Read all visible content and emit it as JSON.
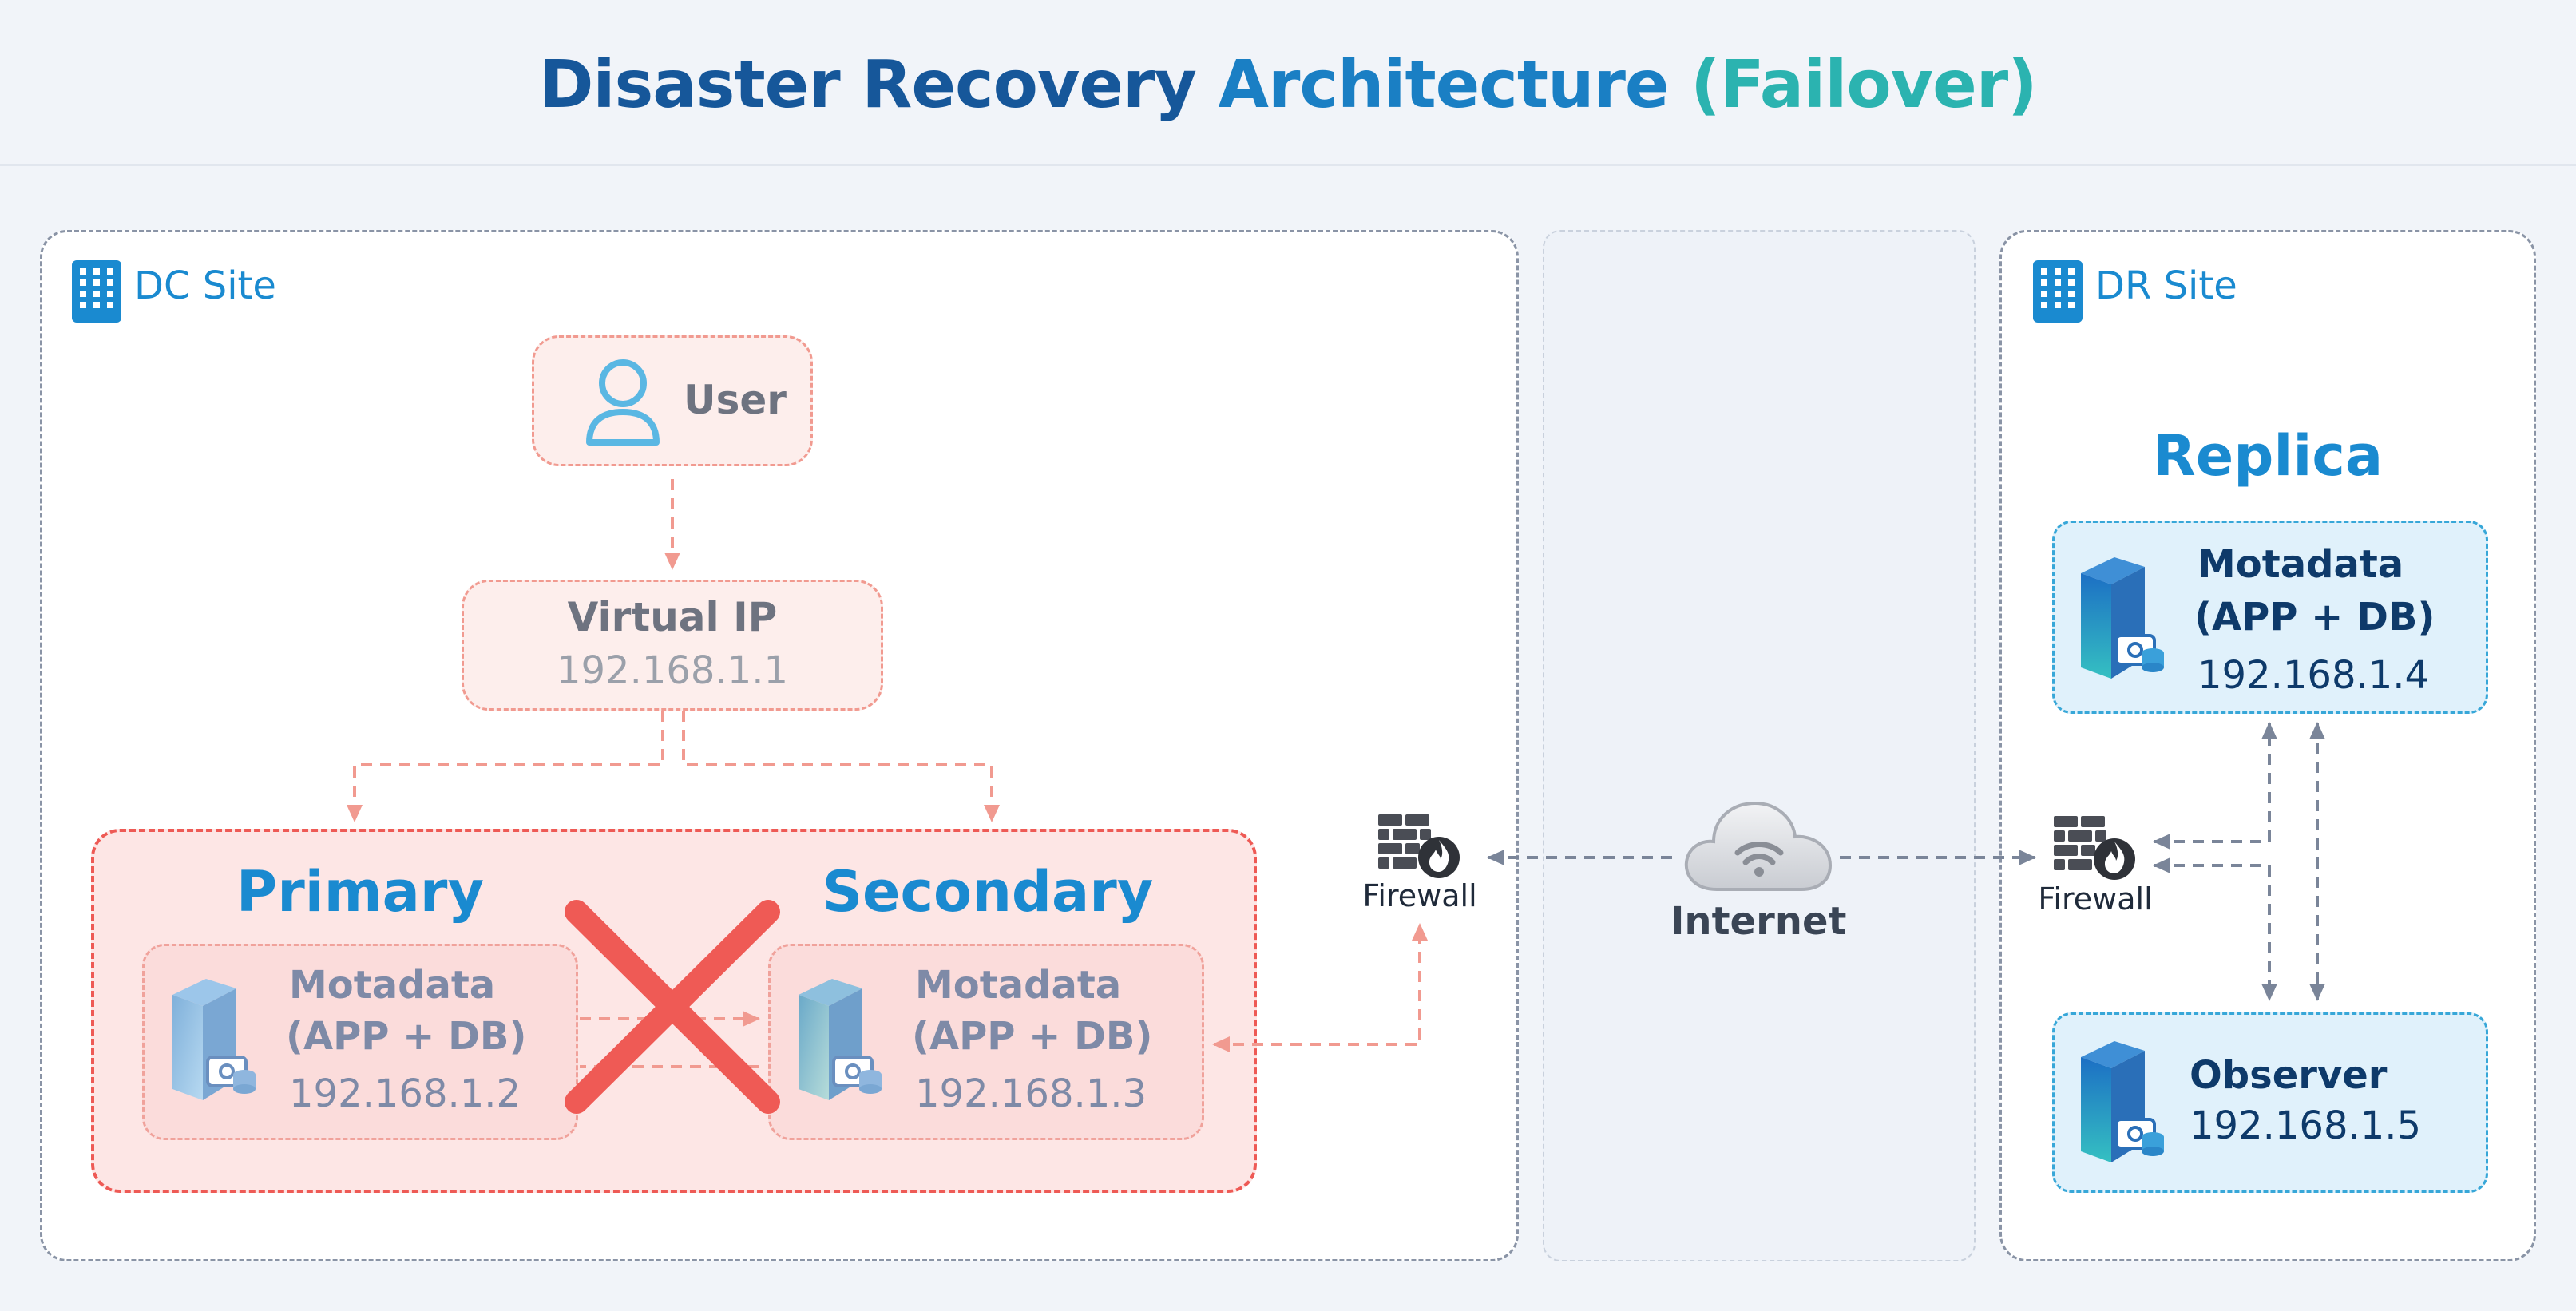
{
  "title": {
    "part1": "Disaster Recovery",
    "part2": "Architecture",
    "part3": "(Failover)"
  },
  "dc_site": {
    "label": "DC Site",
    "user": "User",
    "virtual_ip": {
      "label": "Virtual IP",
      "ip": "192.168.1.1"
    },
    "primary": {
      "heading": "Primary",
      "name": "Motadata",
      "role": "(APP + DB)",
      "ip": "192.168.1.2",
      "status": "failed"
    },
    "secondary": {
      "heading": "Secondary",
      "name": "Motadata",
      "role": "(APP + DB)",
      "ip": "192.168.1.3"
    },
    "firewall": "Firewall"
  },
  "internet": {
    "label": "Internet"
  },
  "dr_site": {
    "label": "DR Site",
    "heading": "Replica",
    "replica": {
      "name": "Motadata",
      "role": "(APP + DB)",
      "ip": "192.168.1.4"
    },
    "observer": {
      "name": "Observer",
      "ip": "192.168.1.5"
    },
    "firewall": "Firewall"
  },
  "colors": {
    "title_dark": "#16579a",
    "title_mid": "#1a7fc4",
    "title_teal": "#2bb3b0",
    "failure_red": "#ef5a55",
    "dc_arrow": "#f19a90",
    "dr_arrow": "#7a8599",
    "accent_blue": "#1a8ad0"
  },
  "icons": [
    "building-icon",
    "user-icon",
    "server-icon",
    "firewall-icon",
    "cloud-icon",
    "failure-x-icon"
  ]
}
